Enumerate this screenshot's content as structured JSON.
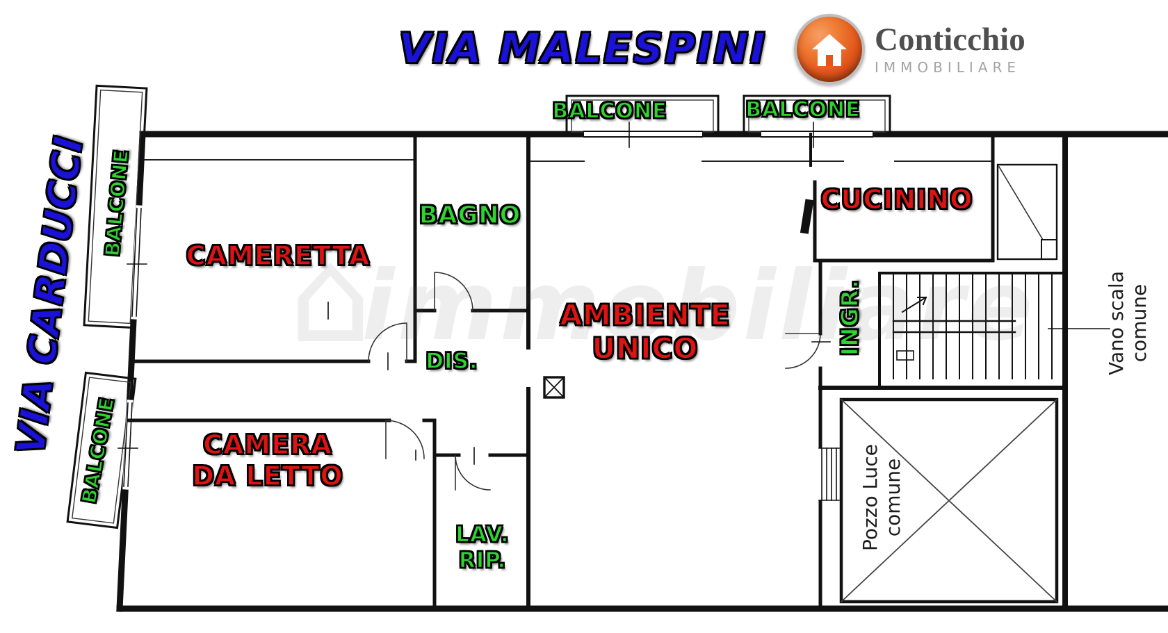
{
  "header": {
    "title": "VIA MALESPINI"
  },
  "logo": {
    "brand": "Conticchio",
    "subtitle": "IMMOBILIARE",
    "icon": "house-icon",
    "circle_color": "#e2561b"
  },
  "streets": {
    "left": "VIA CARDUCCI"
  },
  "watermark": {
    "text": "immobiliare",
    "icon": "house-icon"
  },
  "labels": {
    "balcony_top_left": "BALCONE",
    "balcony_top_right": "BALCONE",
    "balcony_left_upper": "BALCONE",
    "balcony_left_lower": "BALCONE",
    "cameretta": "CAMERETTA",
    "bagno": "BAGNO",
    "cucinino": "CUCININO",
    "dis": "DIS.",
    "ingresso": "INGR.",
    "ambiente_unico": {
      "line1": "AMBIENTE",
      "line2": "UNICO"
    },
    "camera_da_letto": {
      "line1": "CAMERA",
      "line2": "DA LETTO"
    },
    "lav_rip": {
      "line1": "LAV.",
      "line2": "RIP."
    },
    "vano_scala": {
      "line1": "Vano scala",
      "line2": "comune"
    },
    "pozzo_luce": {
      "line1": "Pozzo Luce",
      "line2": "comune"
    }
  },
  "colors": {
    "street_blue": "#1b12d8",
    "room_red": "#e01313",
    "room_green": "#2ed52e",
    "wall_black": "#111111"
  }
}
